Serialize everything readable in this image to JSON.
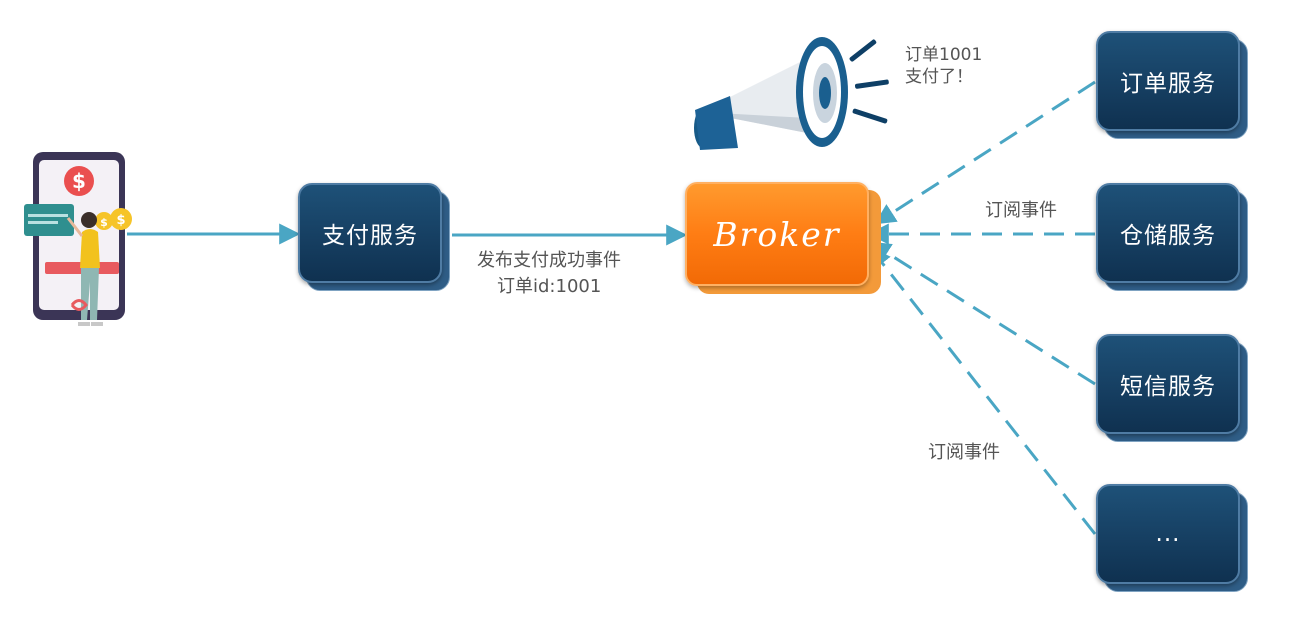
{
  "services": {
    "pay": "支付服务",
    "order": "订单服务",
    "storage": "仓储服务",
    "sms": "短信服务",
    "more": "..."
  },
  "broker": "Broker",
  "labels": {
    "publish_line1": "发布支付成功事件",
    "publish_line2": "订单id:1001",
    "subscribe_1": "订阅事件",
    "subscribe_2": "订阅事件",
    "announce_line1": "订单1001",
    "announce_line2": "支付了！"
  },
  "icons": {
    "payer": "phone-payment-illustration",
    "megaphone": "megaphone-icon"
  },
  "colors": {
    "service_box": "#163f62",
    "broker": "#ff7d14",
    "arrow": "#4aa6c4",
    "text": "#555555"
  }
}
